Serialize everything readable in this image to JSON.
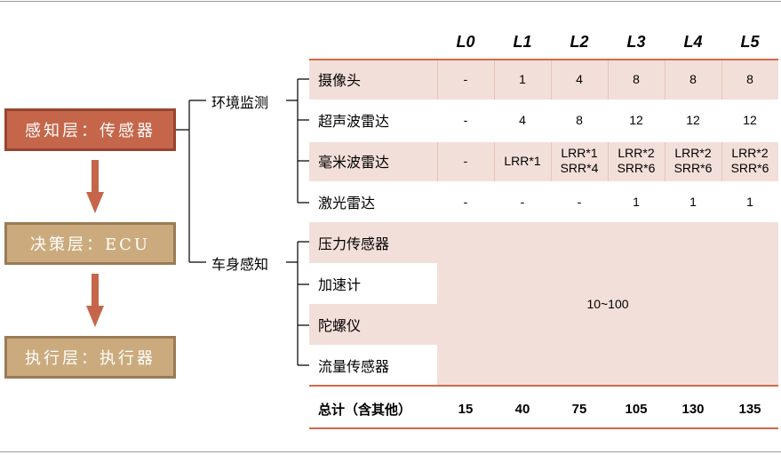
{
  "layers": {
    "perception": "感知层：传感器",
    "decision": "决策层：ECU",
    "execution": "执行层：执行器"
  },
  "groups": {
    "environment": "环境监测",
    "body": "车身感知"
  },
  "colors": {
    "perception": "#c5664b",
    "tan": "#cbab7d",
    "pink": "#f3dfd9",
    "accent": "#d0694c"
  },
  "table": {
    "levels": [
      "L0",
      "L1",
      "L2",
      "L3",
      "L4",
      "L5"
    ],
    "env_rows": [
      {
        "label": "摄像头",
        "values": [
          "-",
          "1",
          "4",
          "8",
          "8",
          "8"
        ]
      },
      {
        "label": "超声波雷达",
        "values": [
          "-",
          "4",
          "8",
          "12",
          "12",
          "12"
        ]
      },
      {
        "label": "毫米波雷达",
        "values": [
          "-",
          "LRR*1",
          "LRR*1\nSRR*4",
          "LRR*2\nSRR*6",
          "LRR*2\nSRR*6",
          "LRR*2\nSRR*6"
        ]
      },
      {
        "label": "激光雷达",
        "values": [
          "-",
          "-",
          "-",
          "1",
          "1",
          "1"
        ]
      }
    ],
    "body_rows": [
      "压力传感器",
      "加速计",
      "陀螺仪",
      "流量传感器"
    ],
    "body_value": "10~100",
    "total": {
      "label": "总计（含其他）",
      "values": [
        "15",
        "40",
        "75",
        "105",
        "130",
        "135"
      ]
    }
  }
}
